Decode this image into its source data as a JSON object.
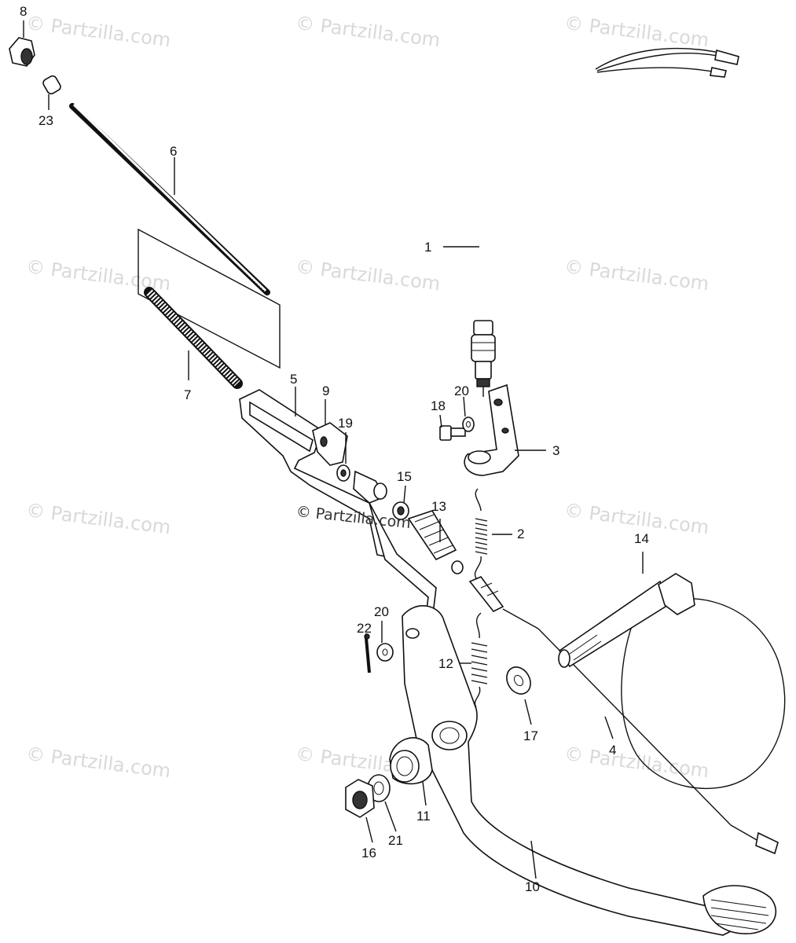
{
  "watermark": "© Partzilla.com",
  "center_watermark": "© Partzilla.com",
  "callouts": {
    "c1": "1",
    "c2": "2",
    "c3": "3",
    "c4": "4",
    "c5": "5",
    "c6": "6",
    "c7": "7",
    "c8": "8",
    "c9": "9",
    "c10": "10",
    "c11": "11",
    "c12": "12",
    "c13": "13",
    "c14": "14",
    "c15": "15",
    "c16": "16",
    "c17": "17",
    "c18": "18",
    "c19": "19",
    "c20a": "20",
    "c20b": "20",
    "c21": "21",
    "c22": "22",
    "c23": "23"
  }
}
